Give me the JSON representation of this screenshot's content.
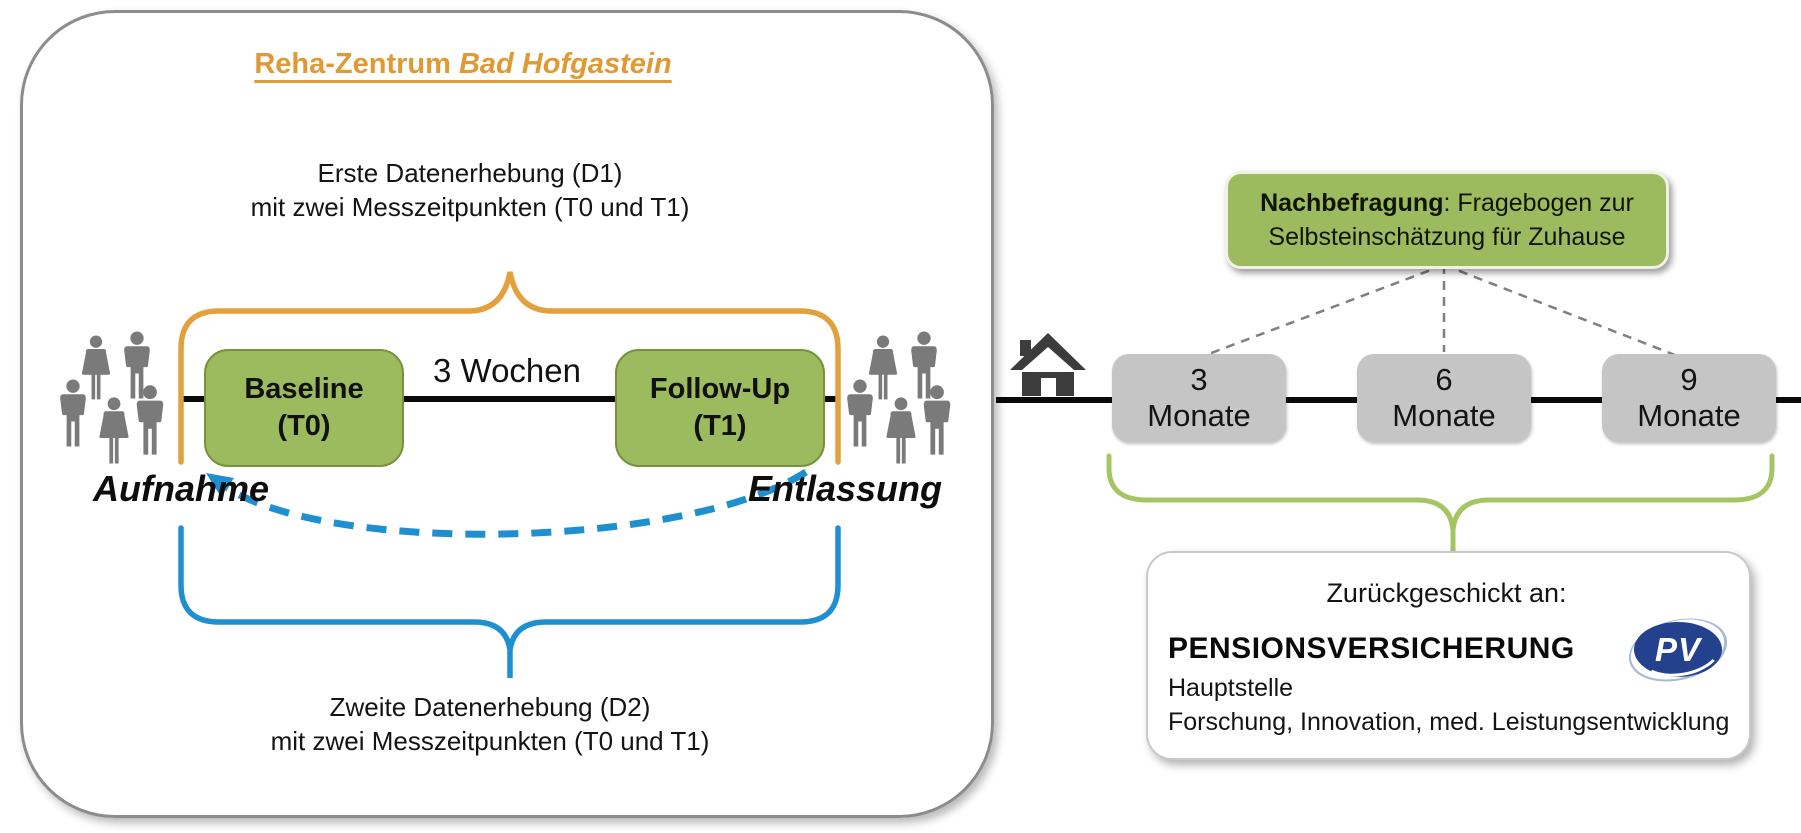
{
  "palette": {
    "accent_orange": "#df9a33",
    "accent_blue": "#1e8fd0",
    "accent_green_fill": "#9cbb5f",
    "accent_green_brace": "#a5c565",
    "milestone_gray": "#c5c5c5",
    "timeline_black": "#0a0a0a",
    "people_gray": "#7a7a7a",
    "logo_blue": "#24418e"
  },
  "rehab_panel": {
    "title_prefix": "Reha-Zentrum ",
    "title_emphasis": "Bad Hofgastein",
    "first_survey_line1": "Erste Datenerhebung (D1)",
    "first_survey_line2": "mit zwei Messzeitpunkten (T0 und T1)",
    "baseline_line1": "Baseline",
    "baseline_line2": "(T0)",
    "duration_label": "3 Wochen",
    "followup_line1": "Follow-Up",
    "followup_line2": "(T1)",
    "admission_label": "Aufnahme",
    "discharge_label": "Entlassung",
    "second_survey_line1": "Zweite Datenerhebung (D2)",
    "second_survey_line2": "mit zwei Messzeitpunkten (T0 und T1)"
  },
  "home_phase": {
    "survey_bold_lead": "Nachbefragung",
    "survey_line1_rest": ": Fragebogen zur",
    "survey_line2": "Selbsteinschätzung für Zuhause",
    "milestones": [
      {
        "value": "3",
        "unit": "Monate"
      },
      {
        "value": "6",
        "unit": "Monate"
      },
      {
        "value": "9",
        "unit": "Monate"
      }
    ],
    "return_heading": "Zurückgeschickt an:",
    "return_org": "PENSIONSVERSICHERUNG",
    "return_line2": "Hauptstelle",
    "return_line3": "Forschung, Innovation, med. Leistungsentwicklung",
    "logo_text": "PV"
  }
}
